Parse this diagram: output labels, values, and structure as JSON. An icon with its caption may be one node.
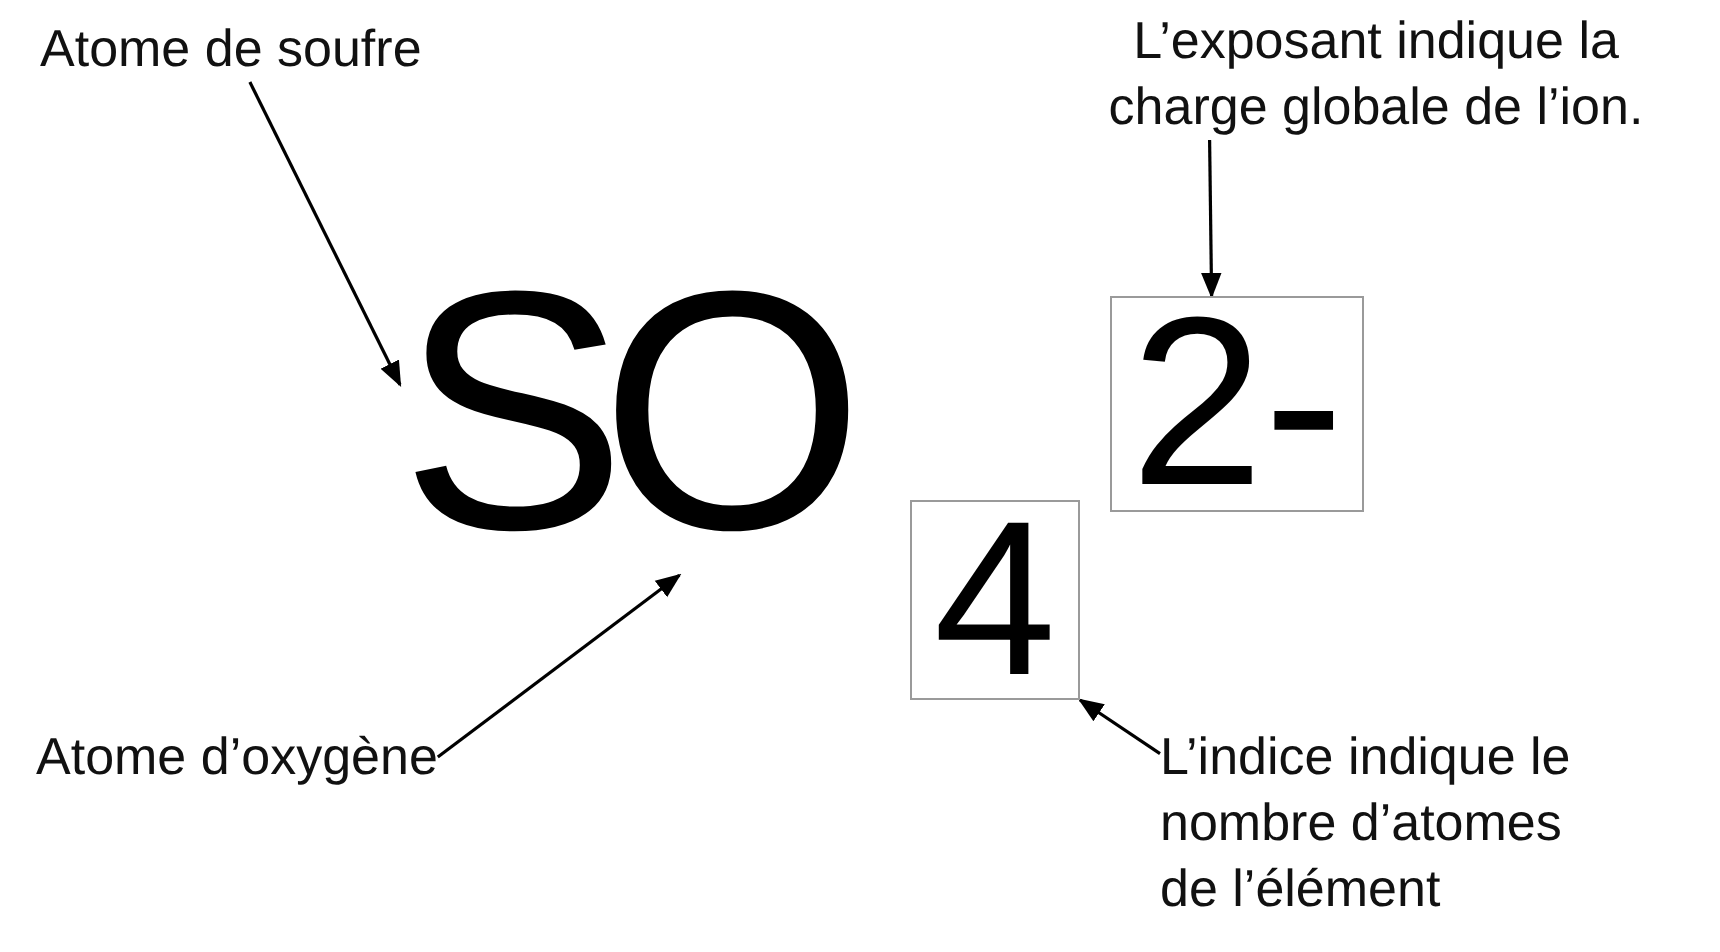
{
  "diagram": {
    "nodes": [
      {
        "text": [
          "Atome de soufre"
        ]
      },
      {
        "text": [
          "S"
        ]
      },
      {
        "text": [
          "O"
        ]
      },
      {
        "text": [
          "4"
        ]
      },
      {
        "text": [
          "2-"
        ]
      },
      {
        "text": [
          "Atome d’oxygène"
        ]
      },
      {
        "text": [
          "L’exposant indique la charge globale de l’ion."
        ]
      },
      {
        "text": [
          "L’indice indique le nombre d’atomes de l’élément"
        ]
      }
    ],
    "edges": [
      {
        "from": 0,
        "to": 1,
        "arrow": "to"
      },
      {
        "from": 5,
        "to": 2,
        "arrow": "to"
      },
      {
        "from": 6,
        "to": 4,
        "arrow": "to"
      },
      {
        "from": 7,
        "to": 3,
        "arrow": "to"
      }
    ]
  }
}
